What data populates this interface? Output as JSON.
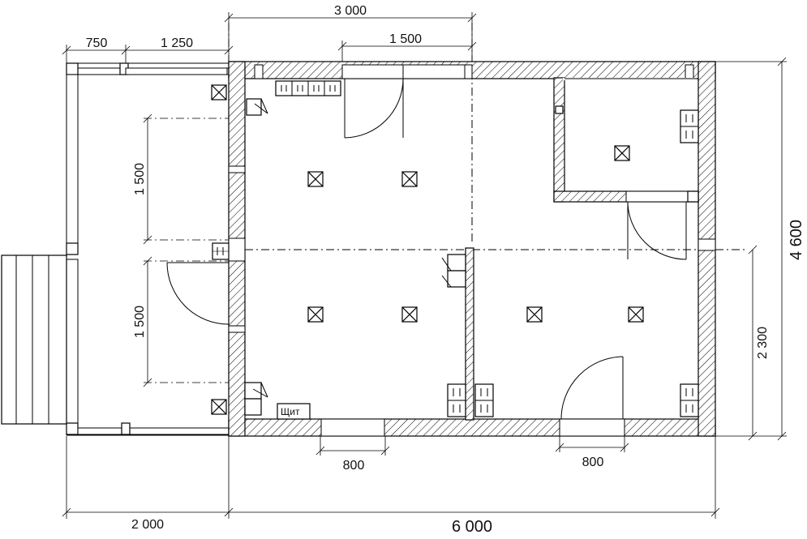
{
  "dimensions": {
    "top_3000": "3 000",
    "top_750": "750",
    "top_1250": "1 250",
    "top_1500": "1 500",
    "left_1500_upper": "1 500",
    "left_1500_lower": "1 500",
    "right_2300": "2 300",
    "right_4600": "4 600",
    "bottom_800_left": "800",
    "bottom_800_right": "800",
    "bottom_2000": "2 000",
    "bottom_6000": "6 000"
  },
  "labels": {
    "panel": "Щит"
  }
}
